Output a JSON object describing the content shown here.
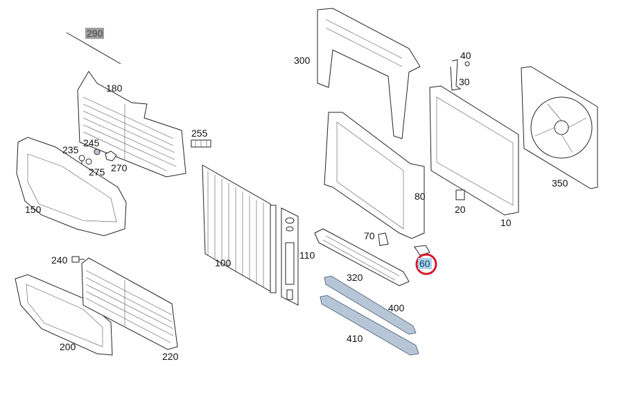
{
  "parts": {
    "p290": "290",
    "p180": "180",
    "p255": "255",
    "p235": "235",
    "p245": "245",
    "p275": "275",
    "p270": "270",
    "p150": "150",
    "p240": "240",
    "p200": "200",
    "p220": "220",
    "p100": "100",
    "p110": "110",
    "p300": "300",
    "p70": "70",
    "p80": "80",
    "p320": "320",
    "p60": "60",
    "p400": "400",
    "p410": "410",
    "p40": "40",
    "p30": "30",
    "p20": "20",
    "p10": "10",
    "p350": "350"
  },
  "colors": {
    "highlight_circle": "#d8192b",
    "highlight_fill": "#a9d4ef",
    "boxed_label": "#9e9e9e",
    "blue_part": "#b7c6d6"
  }
}
